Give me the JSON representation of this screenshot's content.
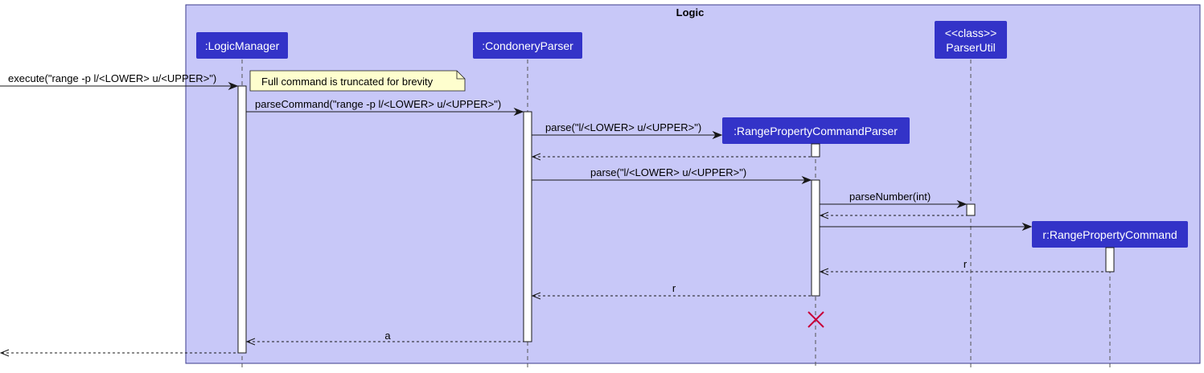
{
  "frame": {
    "title": "Logic"
  },
  "participants": [
    {
      "id": "logicmanager",
      "label": ":LogicManager"
    },
    {
      "id": "condoneryparser",
      "label": ":CondoneryParser"
    },
    {
      "id": "parserutil",
      "stereotype": "<<class>>",
      "label": "ParserUtil"
    },
    {
      "id": "rangepropertycommandparser",
      "label": ":RangePropertyCommandParser"
    },
    {
      "id": "rangepropertycommand",
      "label": "r:RangePropertyCommand"
    }
  ],
  "note": {
    "text": "Full command is truncated for brevity"
  },
  "messages": [
    {
      "id": "execute",
      "label": "execute(\"range -p l/<LOWER> u/<UPPER>\")"
    },
    {
      "id": "parse-command",
      "label": "parseCommand(\"range -p l/<LOWER> u/<UPPER>\")"
    },
    {
      "id": "create-parser",
      "label": "parse(\"l/<LOWER> u/<UPPER>\")"
    },
    {
      "id": "create-parser-return",
      "label": ""
    },
    {
      "id": "parse",
      "label": "parse(\"l/<LOWER> u/<UPPER>\")"
    },
    {
      "id": "parse-number",
      "label": "parseNumber(int)"
    },
    {
      "id": "parse-number-return",
      "label": ""
    },
    {
      "id": "create-command",
      "label": ""
    },
    {
      "id": "command-return",
      "label": "r"
    },
    {
      "id": "parse-return",
      "label": "r"
    },
    {
      "id": "parse-command-return",
      "label": "a"
    },
    {
      "id": "execute-return",
      "label": ""
    }
  ],
  "colors": {
    "frame_fill": "#C8C8F8",
    "frame_border": "#3C3C8C",
    "participant_fill": "#3333C8",
    "note_fill": "#FEFECE",
    "destroy": "#C80037"
  }
}
